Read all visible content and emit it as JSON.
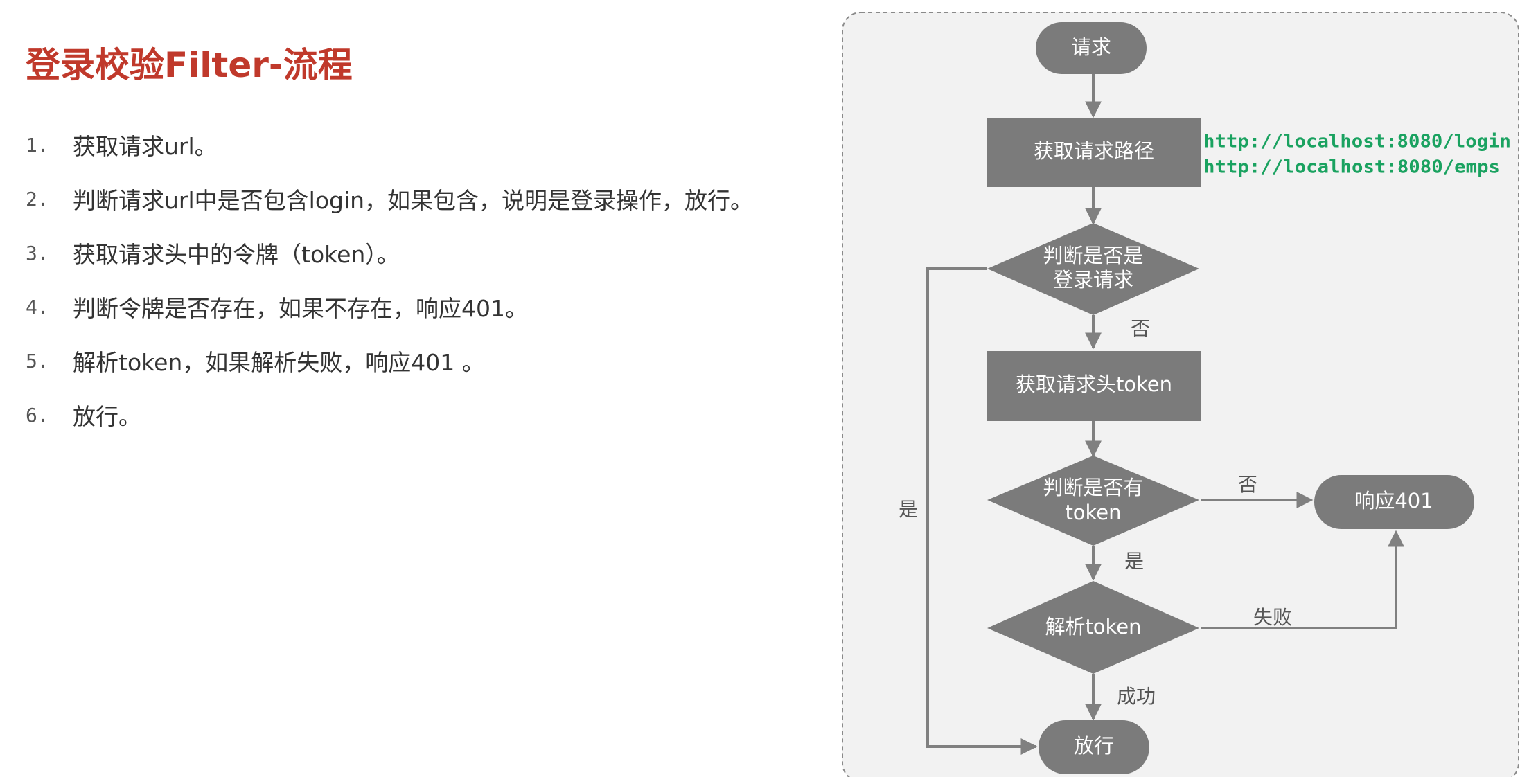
{
  "title": "登录校验Filter-流程",
  "steps": [
    {
      "num": "1.",
      "text": "获取请求url。"
    },
    {
      "num": "2.",
      "text": "判断请求url中是否包含login，如果包含，说明是登录操作，放行。"
    },
    {
      "num": "3.",
      "text": "获取请求头中的令牌（token）。"
    },
    {
      "num": "4.",
      "text": "判断令牌是否存在，如果不存在，响应401。"
    },
    {
      "num": "5.",
      "text": "解析token，如果解析失败，响应401 。"
    },
    {
      "num": "6.",
      "text": "放行。"
    }
  ],
  "flowchart": {
    "nodes": {
      "request": "请求",
      "get_path": "获取请求路径",
      "is_login_line1": "判断是否是",
      "is_login_line2": "登录请求",
      "get_token": "获取请求头token",
      "has_token_line1": "判断是否有",
      "has_token_line2": "token",
      "respond_401": "响应401",
      "parse_token": "解析token",
      "allow": "放行"
    },
    "edge_labels": {
      "login_no": "否",
      "login_yes": "是",
      "token_no": "否",
      "token_yes": "是",
      "parse_fail": "失败",
      "parse_success": "成功"
    },
    "urls": [
      "http://localhost:8080/login",
      "http://localhost:8080/emps"
    ]
  },
  "colors": {
    "title": "#c0392b",
    "node_fill": "#7b7b7b",
    "panel_bg": "#f2f2f2",
    "edge": "#808080",
    "url": "#1aa260"
  }
}
